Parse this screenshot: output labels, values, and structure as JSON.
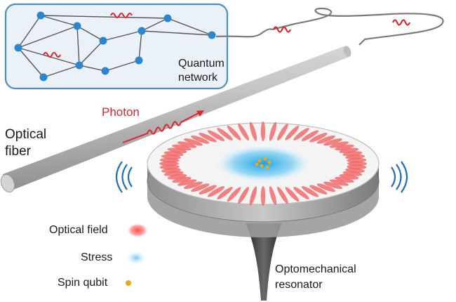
{
  "labels": {
    "quantum_network_line1": "Quantum",
    "quantum_network_line2": "network",
    "photon": "Photon",
    "optical_fiber_line1": "Optical",
    "optical_fiber_line2": "fiber",
    "optomechanical_line1": "Optomechanical",
    "optomechanical_line2": "resonator"
  },
  "legend": [
    {
      "label": "Optical field",
      "icon": "red-glow-icon"
    },
    {
      "label": "Stress",
      "icon": "blue-glow-icon"
    },
    {
      "label": "Spin qubit",
      "icon": "orange-dot-icon"
    }
  ],
  "colors": {
    "network_box_border": "#4a8fc4",
    "network_box_fill": "#eaf2f8",
    "node": "#2b86cf",
    "photon_red": "#e0242c",
    "fiber_gray": "#a9a9a9",
    "vibration_blue": "#1f6fb8",
    "qubit_orange": "#f0a818"
  }
}
